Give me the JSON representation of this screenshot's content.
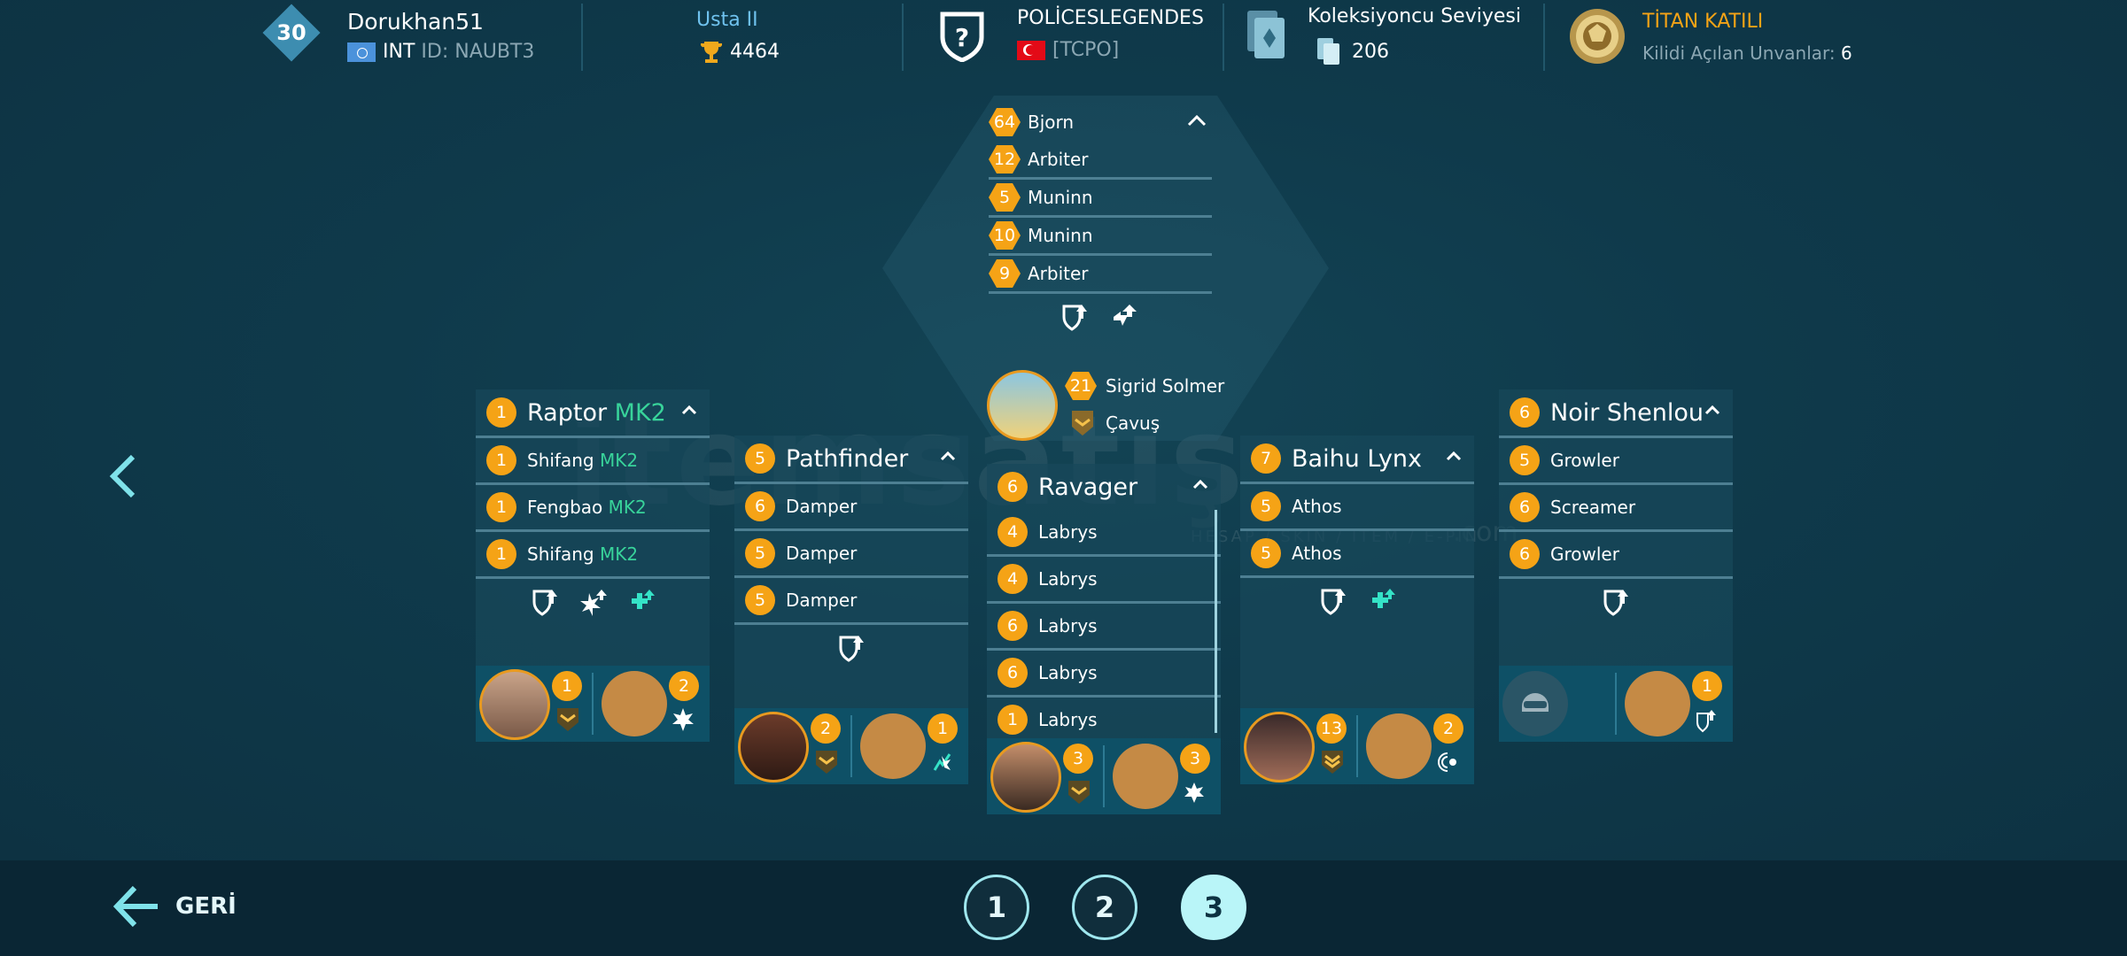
{
  "player": {
    "level": "30",
    "name": "Dorukhan51",
    "region": "INT",
    "id_label": "ID:",
    "id": "NAUBT3"
  },
  "league": {
    "name": "Usta II",
    "trophies": "4464"
  },
  "clan": {
    "name": "POLİCESLEGENDES",
    "tag": "[TCPO]"
  },
  "collector": {
    "title": "Koleksiyoncu Seviyesi",
    "value": "206"
  },
  "title_info": {
    "name": "TİTAN KATILI",
    "unlocked_label": "Kilidi Açılan Unvanlar:",
    "unlocked_count": "6"
  },
  "titan": {
    "name": "Bjorn",
    "level": "64",
    "weapons": [
      {
        "level": "12",
        "name": "Arbiter"
      },
      {
        "level": "5",
        "name": "Muninn"
      },
      {
        "level": "10",
        "name": "Muninn"
      },
      {
        "level": "9",
        "name": "Arbiter"
      }
    ],
    "pilot": {
      "level": "21",
      "name": "Sigrid Solmer",
      "rank": "Çavuş"
    }
  },
  "robots": [
    {
      "name": "Raptor",
      "mk": "MK2",
      "level": "1",
      "weapons": [
        {
          "level": "1",
          "name": "Shifang",
          "mk": "MK2"
        },
        {
          "level": "1",
          "name": "Fengbao",
          "mk": "MK2"
        },
        {
          "level": "1",
          "name": "Shifang",
          "mk": "MK2"
        }
      ],
      "pilot_level": "1",
      "drone_level": "2"
    },
    {
      "name": "Pathfinder",
      "mk": "",
      "level": "5",
      "weapons": [
        {
          "level": "6",
          "name": "Damper"
        },
        {
          "level": "5",
          "name": "Damper"
        },
        {
          "level": "5",
          "name": "Damper"
        }
      ],
      "pilot_level": "2",
      "drone_level": "1"
    },
    {
      "name": "Ravager",
      "mk": "",
      "level": "6",
      "weapons": [
        {
          "level": "4",
          "name": "Labrys"
        },
        {
          "level": "4",
          "name": "Labrys"
        },
        {
          "level": "6",
          "name": "Labrys"
        },
        {
          "level": "6",
          "name": "Labrys"
        },
        {
          "level": "1",
          "name": "Labrys"
        }
      ],
      "pilot_level": "3",
      "drone_level": "3"
    },
    {
      "name": "Baihu Lynx",
      "mk": "",
      "level": "7",
      "weapons": [
        {
          "level": "5",
          "name": "Athos"
        },
        {
          "level": "5",
          "name": "Athos"
        }
      ],
      "pilot_level": "13",
      "drone_level": "2"
    },
    {
      "name": "Noir Shenlou",
      "mk": "",
      "level": "6",
      "weapons": [
        {
          "level": "5",
          "name": "Growler"
        },
        {
          "level": "6",
          "name": "Screamer"
        },
        {
          "level": "6",
          "name": "Growler"
        }
      ],
      "pilot_level": "",
      "drone_level": "1"
    }
  ],
  "watermark": {
    "brand": "itemsatış",
    "tagline": "HESAP / SKIN / ITEM / E-PIN",
    "domain": ".com"
  },
  "nav": {
    "back": "GERİ",
    "pages": [
      "1",
      "2",
      "3"
    ],
    "active_page": "3"
  },
  "colors": {
    "background": "#0e3545",
    "accent_orange": "#f5a316",
    "mk_green": "#38d39a",
    "page_active": "#b9f5f8"
  }
}
